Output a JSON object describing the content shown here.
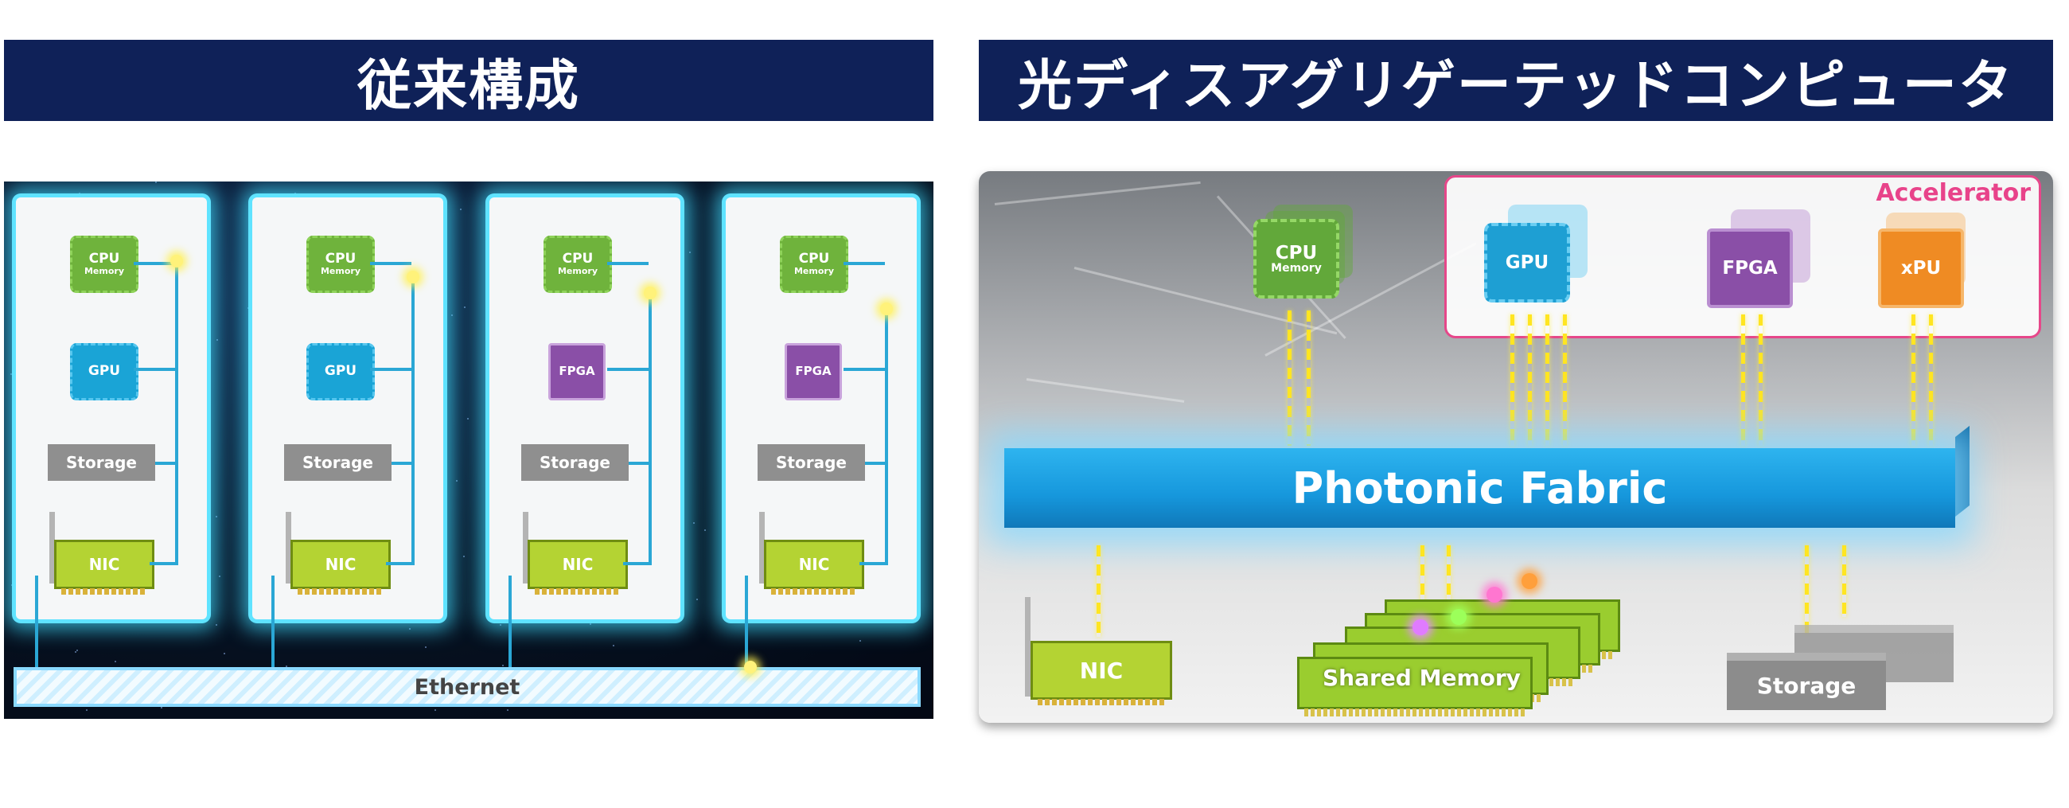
{
  "headers": {
    "left": "従来構成",
    "right": "光ディスアグリゲーテッドコンピュータ"
  },
  "left_diagram": {
    "servers": [
      {
        "chip_top_line1": "CPU",
        "chip_top_line2": "Memory",
        "accelerator": "GPU",
        "accelerator_type": "gpu",
        "storage": "Storage",
        "nic": "NIC"
      },
      {
        "chip_top_line1": "CPU",
        "chip_top_line2": "Memory",
        "accelerator": "GPU",
        "accelerator_type": "gpu",
        "storage": "Storage",
        "nic": "NIC"
      },
      {
        "chip_top_line1": "CPU",
        "chip_top_line2": "Memory",
        "accelerator": "FPGA",
        "accelerator_type": "fpga",
        "storage": "Storage",
        "nic": "NIC"
      },
      {
        "chip_top_line1": "CPU",
        "chip_top_line2": "Memory",
        "accelerator": "FPGA",
        "accelerator_type": "fpga",
        "storage": "Storage",
        "nic": "NIC"
      }
    ],
    "network": "Ethernet"
  },
  "right_diagram": {
    "accelerator_group_label": "Accelerator",
    "cpu_line1": "CPU",
    "cpu_line2": "Memory",
    "accelerators": [
      "GPU",
      "FPGA",
      "xPU"
    ],
    "fabric": "Photonic Fabric",
    "nic": "NIC",
    "shared_memory": "Shared Memory",
    "storage": "Storage"
  },
  "colors": {
    "banner": "#0f2158",
    "cpu_green": "#6fb33c",
    "gpu_blue": "#1aa4d6",
    "fpga_purple": "#8a4fa7",
    "xpu_orange": "#ef8b23",
    "fabric_blue": "#1697dc",
    "accelerator_pink": "#e6478a",
    "optical_link_yellow": "#ffe521",
    "nic_green": "#b4d333"
  }
}
